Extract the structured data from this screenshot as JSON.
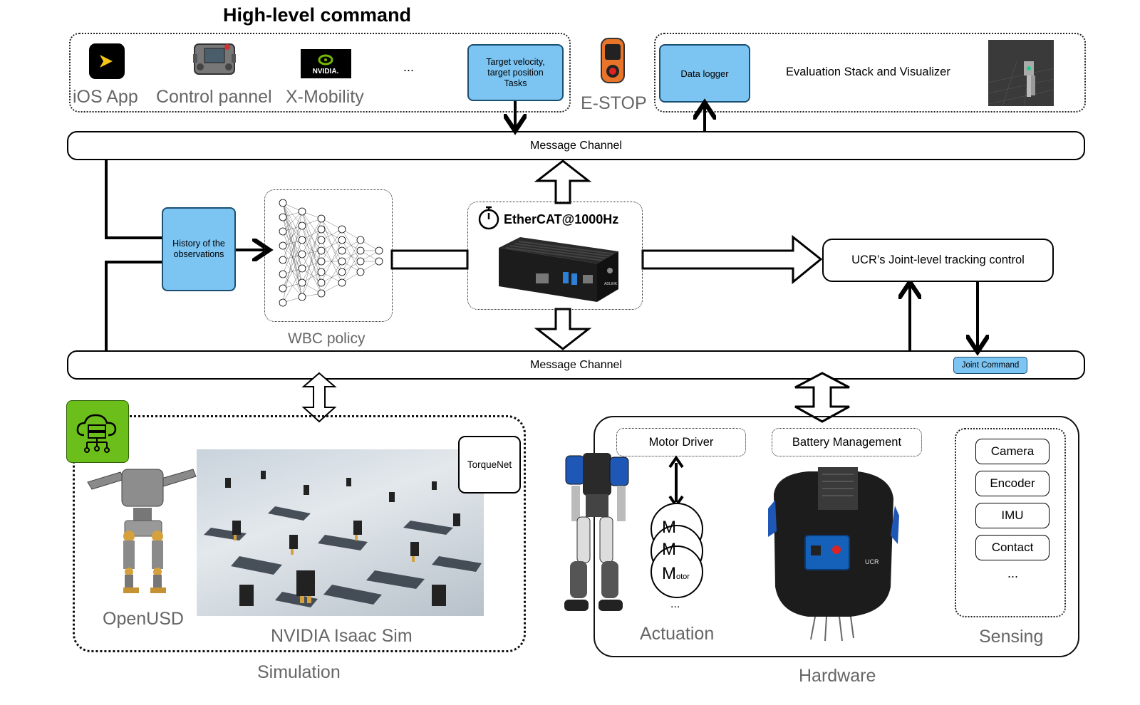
{
  "header": {
    "title": "High-level command"
  },
  "command_sources": {
    "ios_app": "iOS App",
    "control_panel": "Control pannel",
    "x_mobility": "X-Mobility",
    "ellipsis": "...",
    "nvidia_logo_text": "NVIDIA."
  },
  "target_box": "Target velocity, target position Tasks",
  "estop": "E-STOP",
  "data_logger": "Data logger",
  "evaluation": "Evaluation Stack and Visualizer",
  "message_channel_top": "Message Channel",
  "message_channel_bottom": "Message Channel",
  "history_box": "History of the observations",
  "wbc_policy": "WBC policy",
  "ethercat": "EtherCAT@1000Hz",
  "adlink_text": "ADLINK",
  "ucr_control": "UCR’s Joint-level tracking control",
  "joint_command": "Joint Command",
  "simulation": {
    "torquenet": "TorqueNet",
    "openusd": "OpenUSD",
    "isaac_sim": "NVIDIA Isaac Sim",
    "label": "Simulation"
  },
  "hardware": {
    "motor_driver": "Motor Driver",
    "battery": "Battery Management",
    "motor_text_big": "M",
    "motor_text_small": "otor",
    "motor_ellipsis": "...",
    "actuation": "Actuation",
    "sensors": [
      "Camera",
      "Encoder",
      "IMU",
      "Contact"
    ],
    "sensor_ellipsis": "...",
    "sensing": "Sensing",
    "label": "Hardware"
  },
  "colors": {
    "blue_box": "#7cc4f2",
    "green_cloud": "#6cbf1a",
    "nvidia_green": "#76b900",
    "ios_yellow": "#f5c518"
  }
}
